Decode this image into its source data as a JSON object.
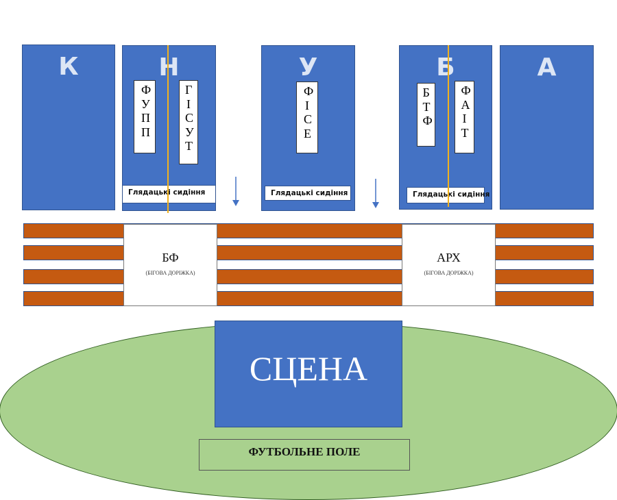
{
  "colors": {
    "sector": "#4472c4",
    "track": "#c55a11",
    "field": "#a9d18e",
    "divider": "#f2b21c"
  },
  "sectors": [
    {
      "letter": "К"
    },
    {
      "letter": "Н"
    },
    {
      "letter": "У"
    },
    {
      "letter": "Б"
    },
    {
      "letter": "А"
    }
  ],
  "departments": {
    "fupp": "ФУПП",
    "gisut": "ГІСУТ",
    "fise": "ФІСЕ",
    "btf": "БТФ",
    "fait": "ФАІТ"
  },
  "seats": {
    "label": "Глядацькі сидіння"
  },
  "track": {
    "left_name": "БФ",
    "left_sub": "(БІГОВА ДОРІЖКА)",
    "right_name": "АРХ",
    "right_sub": "(БІГОВА ДОРІЖКА)"
  },
  "stage": {
    "label": "СЦЕНА"
  },
  "field": {
    "label": "ФУТБОЛЬНЕ ПОЛЕ"
  },
  "icons": [
    "down-arrow-icon"
  ]
}
